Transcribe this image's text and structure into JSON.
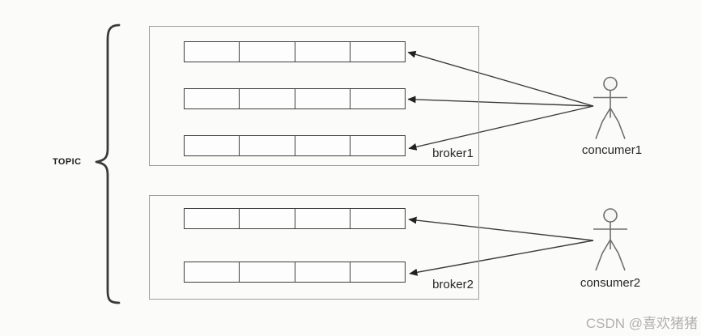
{
  "diagram": {
    "topic_label": "TOPIC",
    "brokers": [
      {
        "label": "broker1",
        "partition_rows": 3,
        "cells_per_row": 4
      },
      {
        "label": "broker2",
        "partition_rows": 2,
        "cells_per_row": 4
      }
    ],
    "consumers": [
      {
        "label": "concumer1",
        "arrow_count": 3
      },
      {
        "label": "consumer2",
        "arrow_count": 2
      }
    ],
    "colors": {
      "broker_box_border": "#9c9c9c",
      "partition_border": "#3f3f3f",
      "line": "#3c3c3c",
      "text": "#262626",
      "actor_stroke": "#6f6f6f"
    }
  },
  "watermark": {
    "text": "CSDN @喜欢猪猪",
    "color": "#b3b0ae"
  }
}
